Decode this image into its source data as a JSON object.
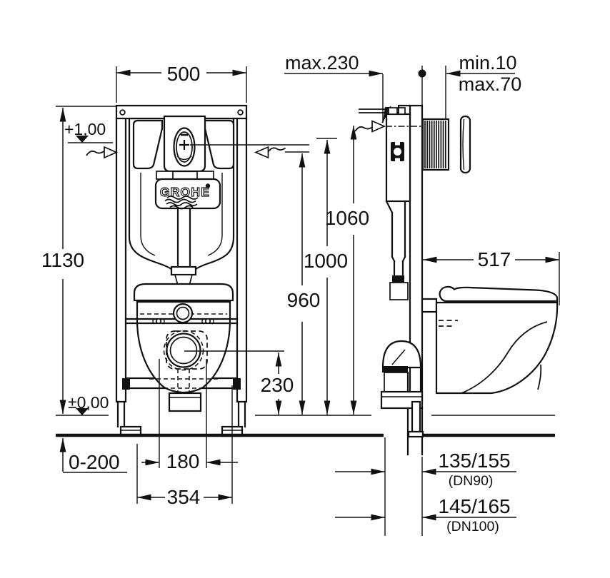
{
  "drawing": {
    "brand": "GROHE",
    "front": {
      "width": "500",
      "height": "1130",
      "level_top": "+1,00",
      "level_floor": "±0,00",
      "floor_adjust": "0-200",
      "bolt_spacing": "180",
      "base_width": "354",
      "outlet_height": "230"
    },
    "side": {
      "install_depth": "max.230",
      "wall_min": "min.10",
      "wall_max": "max.70",
      "h_actuator": "1060",
      "h_mid": "1000",
      "h_low": "960",
      "bowl_depth": "517",
      "dn90": "135/155",
      "dn90_note": "(DN90)",
      "dn100": "145/165",
      "dn100_note": "(DN100)"
    }
  }
}
